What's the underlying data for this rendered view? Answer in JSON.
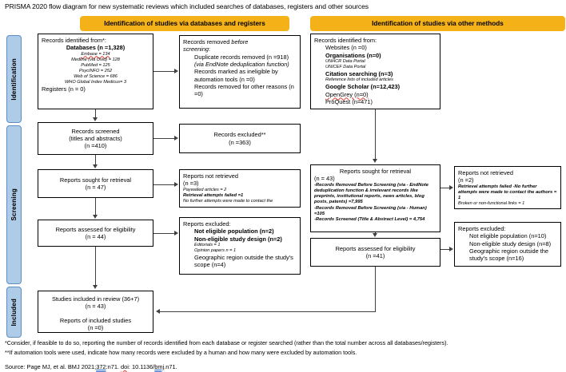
{
  "page": {
    "title": "PRISMA 2020 flow diagram for new systematic reviews which included searches of databases, registers and other sources"
  },
  "headers": {
    "databases": "Identification of studies via databases and registers",
    "other": "Identification of studies via other methods"
  },
  "phases": {
    "identification": "Identification",
    "screening": "Screening",
    "included": "Included"
  },
  "left_column": {
    "identified": {
      "title": "Records identified from*:",
      "databases_label": "Databases (n =1,328)",
      "sources": [
        "Embase = 134",
        "Medline (via Ovid) = 128",
        "PubMed = 125",
        "PsycINFO = 252",
        "Web of Science = 686",
        "WHO Global Index Medicus= 3"
      ],
      "registers_label": "Registers (n = 0)"
    },
    "removed": {
      "title_1": "Records removed ",
      "title_2": "before",
      "title_3": "screening",
      "title_4": ":",
      "items": [
        "Duplicate records removed (n =918) (via EndNote deduplication function)",
        "Records marked as ineligible by automation tools (n =0)",
        "Records removed for other reasons (n =0)"
      ]
    },
    "screened": {
      "line1": "Records screened",
      "line2": "(titles and abstracts)",
      "line3": "(n =410)"
    },
    "excluded": {
      "line1": "Records excluded**",
      "line2": "(n =363)"
    },
    "sought": {
      "line1": "Reports sought for retrieval",
      "line2": "(n = 47)"
    },
    "not_retrieved": {
      "line1": "Reports not retrieved",
      "line2": "(n =3)",
      "line3": "Paywalled articles = 2",
      "line4": "Retrieval attempts failed =1",
      "line5": "No further attempts were made to contact the"
    },
    "assessed": {
      "line1": "Reports assessed for eligibility",
      "line2": "(n = 44)"
    },
    "reports_excluded": {
      "title": "Reports excluded:",
      "items": [
        "Not eligible population (n=2)",
        "Non-eligible study design (n=2)",
        "Editorials = 1",
        "Opinion papers n = 1",
        "Geographic region outside the study's scope (n=4)"
      ]
    }
  },
  "right_column": {
    "identified": {
      "title": "Records identified from:",
      "items": [
        "Websites (n =0)",
        "Organisations (n=0)",
        "UNHCR Data Portal",
        "UNICEF Data Portal",
        "Citation searching (n=3)",
        "Reference lists of included articles",
        "Google Scholar (n=12,423)",
        "OpenGrey (n=0)",
        "ProQuest (n=471)"
      ]
    },
    "sought": {
      "line1": "Reports sought for retrieval",
      "line2": "(n = 43)",
      "detail1": "-Records Removed Before Screening (via - EndNote deduplication function & irrelevant records like preprints, institutional reports, news articles, blog posts, patents) =7,995",
      "detail2": "-Records Removed Before Screening (via - Human) =105",
      "detail3": "-Records Screened (Title & Abstract Level) = 4,754"
    },
    "not_retrieved": {
      "line1": "Reports not retrieved",
      "line2": "(n =2)",
      "line3": "Retrieval attempts failed -No further attempts were made to contact the authors = 1",
      "line4": "Broken or non-functional links = 1"
    },
    "assessed": {
      "line1": "Reports assessed for eligibility",
      "line2": "(n =41)"
    },
    "reports_excluded": {
      "title": "Reports excluded:",
      "items": [
        "Not eligible population (n=10)",
        "Non-eligible study design (n=8)",
        "Geographic region outside the study's scope (n=16)"
      ]
    }
  },
  "included": {
    "studies": {
      "line1": "Studies included in review (36+7)",
      "line2": "(n = 43)"
    },
    "reports": {
      "line1": "Reports of included studies",
      "line2": "(n =0)"
    }
  },
  "footnotes": {
    "note1": "*Consider, if feasible to do so, reporting the number of records identified from each database or register searched (rather than the total number across all databases/registers).",
    "note2": "**If automation tools were used, indicate how many records were excluded by a human and how many were excluded by automation tools.",
    "source_prefix": "Source: Page MJ, et al. BMJ 2021;",
    "source_vol": "372",
    "source_mid": ":n71. ",
    "source_doi": "doi",
    "source_colon": ": 10.1136/",
    "source_journal": "bmj",
    "source_end": ".n71."
  },
  "colors": {
    "header_orange": "#f5b218",
    "phase_blue": "#aecbe8",
    "phase_border": "#5b8fc4",
    "box_border": "#000000",
    "connector": "#3f3f3f"
  }
}
